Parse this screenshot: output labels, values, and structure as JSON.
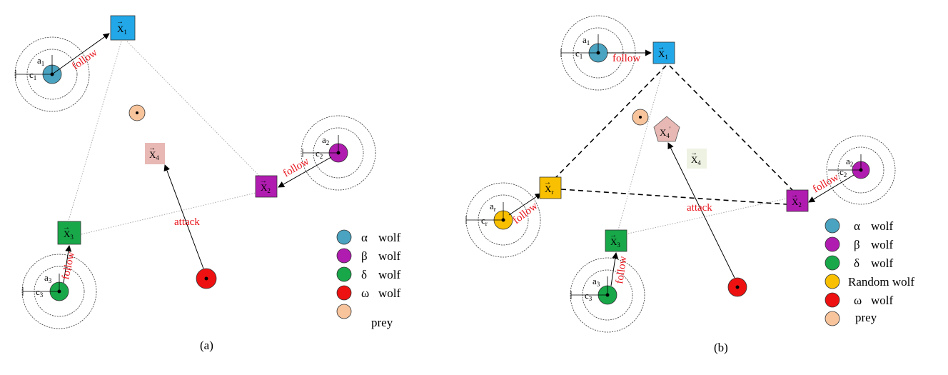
{
  "panel_a": {
    "caption": "(a)",
    "labels": {
      "a_alpha": "a",
      "a_alpha_sub": "1",
      "c_alpha": "c",
      "c_alpha_sub": "1",
      "a_beta": "a",
      "a_beta_sub": "2",
      "c_beta": "c",
      "c_beta_sub": "2",
      "a_delta": "a",
      "a_delta_sub": "3",
      "c_delta": "c",
      "c_delta_sub": "3"
    },
    "vectors": {
      "x1": "X",
      "x1_sub": "1",
      "x2": "X",
      "x2_sub": "2",
      "x3": "X",
      "x3_sub": "3",
      "x4": "X",
      "x4_sub": "4"
    },
    "arrows": {
      "follow_alpha": "follow",
      "follow_beta": "follow",
      "follow_delta": "follow",
      "attack": "attack"
    },
    "legend": [
      {
        "symbol": "α",
        "label": "wolf",
        "color": "#4aa3c0"
      },
      {
        "symbol": "β",
        "label": "wolf",
        "color": "#b01cb0"
      },
      {
        "symbol": "δ",
        "label": "wolf",
        "color": "#18a84a"
      },
      {
        "symbol": "ω",
        "label": "wolf",
        "color": "#ee1111"
      },
      {
        "symbol": "",
        "label": "prey",
        "color": "#f8c49c"
      }
    ]
  },
  "panel_b": {
    "caption": "(b)",
    "labels": {
      "a_alpha": "a",
      "a_alpha_sub": "1",
      "c_alpha": "c",
      "c_alpha_sub": "1",
      "a_beta": "a",
      "a_beta_sub": "2",
      "c_beta": "c",
      "c_beta_sub": "2",
      "a_delta": "a",
      "a_delta_sub": "3",
      "c_delta": "c",
      "c_delta_sub": "3",
      "a_random": "a",
      "a_random_sub": "r",
      "c_random": "c",
      "c_random_sub": "r"
    },
    "vectors": {
      "x1": "X",
      "x1_sub": "1",
      "x2": "X",
      "x2_sub": "2",
      "x3": "X",
      "x3_sub": "3",
      "x4": "X",
      "x4_sub": "4",
      "x4p": "X",
      "x4p_sub": "4",
      "x4p_prime": "'",
      "xr": "X",
      "xr_sub": "r"
    },
    "arrows": {
      "follow_alpha": "follow",
      "follow_beta": "follow",
      "follow_delta": "follow",
      "follow_random": "follow",
      "attack": "attack"
    },
    "legend": [
      {
        "symbol": "α",
        "label": "wolf",
        "color": "#4aa3c0"
      },
      {
        "symbol": "β",
        "label": "wolf",
        "color": "#b01cb0"
      },
      {
        "symbol": "δ",
        "label": "wolf",
        "color": "#18a84a"
      },
      {
        "symbol": "",
        "label": "Random wolf",
        "color": "#f8c000"
      },
      {
        "symbol": "ω",
        "label": "wolf",
        "color": "#ee1111"
      },
      {
        "symbol": "",
        "label": "prey",
        "color": "#f8c49c"
      }
    ]
  },
  "colors": {
    "alpha": "#4aa3c0",
    "alpha_box": "#22a8e8",
    "beta": "#b01cb0",
    "delta": "#18a84a",
    "random": "#f8c000",
    "omega": "#ee1111",
    "prey": "#f8c49c",
    "x4_box": "#e8b8b4",
    "x4_b_box": "#eef2e2",
    "red_text": "#e8141c"
  }
}
